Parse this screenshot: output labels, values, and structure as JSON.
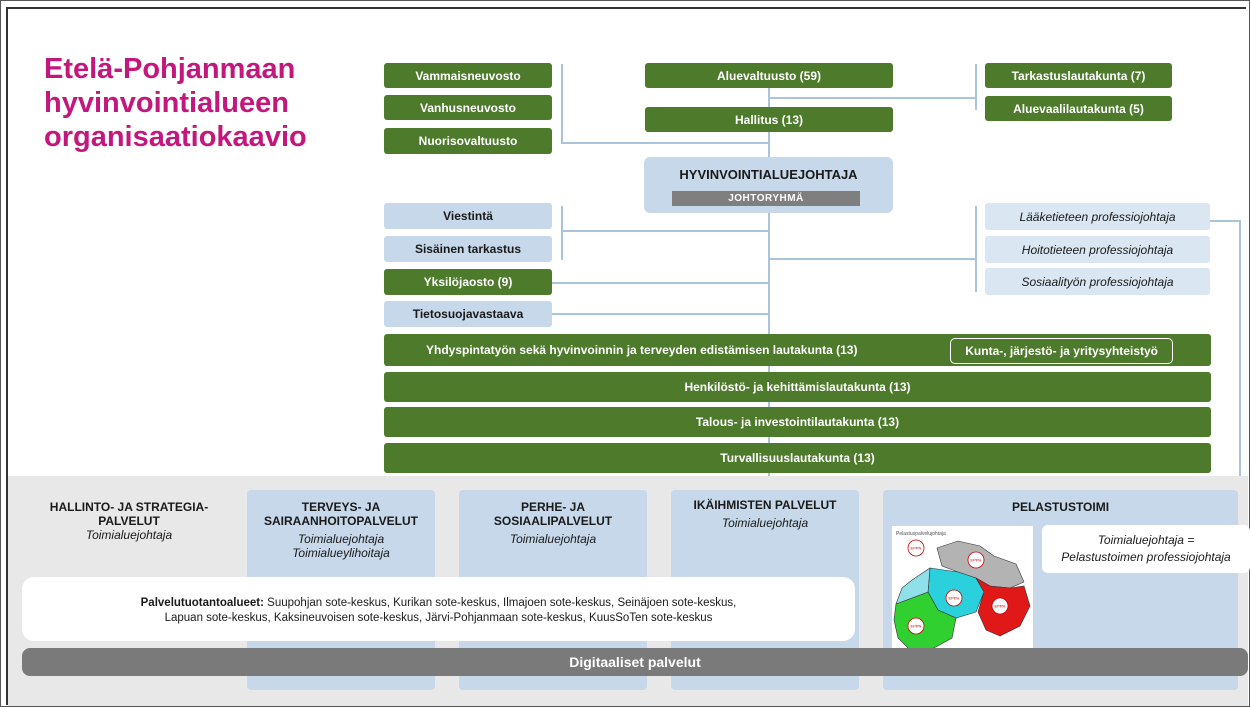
{
  "title": {
    "line1": "Etelä-Pohjanmaan",
    "line2": "hyvinvointialueen",
    "line3": "organisaatiokaavio"
  },
  "left_councils": [
    "Vammaisneuvosto",
    "Vanhusneuvosto",
    "Nuorisovaltuusto"
  ],
  "top": {
    "aluevaltuusto": "Aluevaltuusto (59)",
    "hallitus": "Hallitus (13)"
  },
  "right_committees": [
    "Tarkastuslautakunta (7)",
    "Aluevaalilautakunta  (5)"
  ],
  "chief": {
    "title": "HYVINVOINTIALUEJOHTAJA",
    "sub": "JOHTORYHMÄ"
  },
  "staff": {
    "viestinta": "Viestintä",
    "tarkastus": "Sisäinen tarkastus",
    "yksilojaosto": "Yksilöjaosto (9)",
    "tietosuoja": "Tietosuojavastaava"
  },
  "professors": [
    "Lääketieteen professiojohtaja",
    "Hoitotieteen professiojohtaja",
    "Sosiaalityön professiojohtaja"
  ],
  "boards": {
    "yhdyspinta": "Yhdyspintatyön sekä hyvinvoinnin ja terveyden edistämisen lautakunta (13)",
    "kunta": "Kunta-, järjestö- ja yritysyhteistyö",
    "henkilosto": "Henkilöstö- ja kehittämislautakunta (13)",
    "talous": "Talous- ja investointilautakunta (13)",
    "turvallisuus": "Turvallisuuslautakunta (13)"
  },
  "services": {
    "hallinto": {
      "title1": "HALLINTO- JA STRATEGIA-",
      "title2": "PALVELUT",
      "sub1": "Toimialuejohtaja"
    },
    "terveys": {
      "title1": "TERVEYS- JA",
      "title2": "SAIRAANHOITOPALVELUT",
      "sub1": "Toimialuejohtaja",
      "sub2": "Toimialueylihoitaja"
    },
    "perhe": {
      "title1": "PERHE- JA",
      "title2": "SOSIAALIPALVELUT",
      "sub1": "Toimialuejohtaja"
    },
    "ikaihmiset": {
      "title1": "IKÄIHMISTEN PALVELUT",
      "sub1": "Toimialuejohtaja"
    },
    "pelastus": {
      "title1": "PELASTUSTOIMI",
      "box1": "Toimialuejohtaja =",
      "box2": "Pelastustoimen professiojohtaja"
    }
  },
  "palvelutuotanto": {
    "label": "Palvelutuotantoalueet:",
    "line1": " Suupohjan sote-keskus, Kurikan sote-keskus, Ilmajoen sote-keskus, Seinäjoen sote-keskus,",
    "line2": "Lapuan sote-keskus, Kaksineuvoisen sote-keskus, Järvi-Pohjanmaan sote-keskus, KuusSoTen sote-keskus"
  },
  "digital": "Digitaaliset palvelut",
  "map_labels": {
    "heading": "Pelastuspalvelujohtaja",
    "r1": "EPPN",
    "r2": "EPPH",
    "r3": "EPPH",
    "r4": "EPPN",
    "r5": "EPPH"
  },
  "colors": {
    "title": "#c3177e",
    "green": "#4d7a2b",
    "blue": "#c6d8ea",
    "grey": "#7a7a7a"
  }
}
